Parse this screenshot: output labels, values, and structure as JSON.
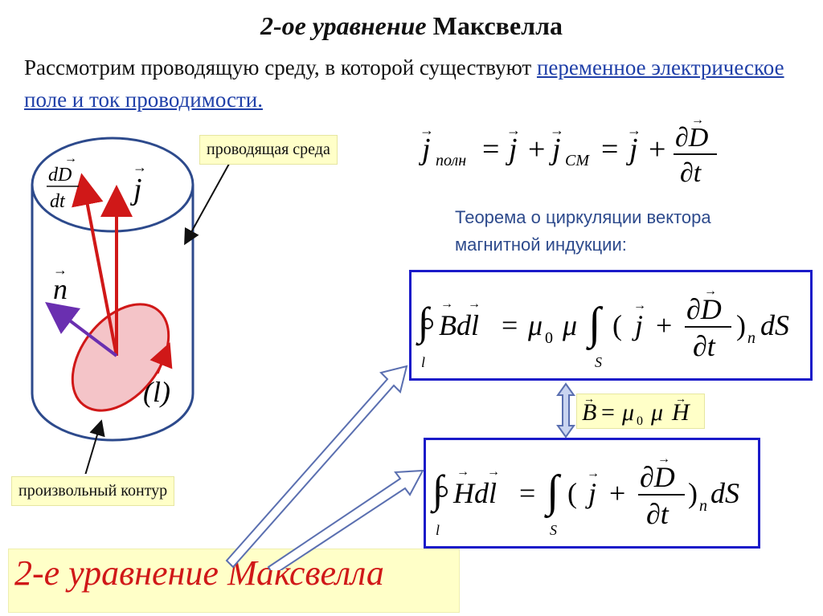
{
  "title": {
    "number": "2-ое уравнение",
    "name": "Максвелла"
  },
  "intro": {
    "text_before": "Рассмотрим проводящую среду, в которой существуют ",
    "link_text": "переменное электрическое поле и ток проводимости.",
    "text_after": ""
  },
  "labels": {
    "medium": "проводящая среда",
    "contour": "произвольный контур",
    "contour_symbol": "(l)",
    "vec_n": "n",
    "vec_j": "j",
    "dD": "dD",
    "dt": "dt"
  },
  "formula_total_current": {
    "j": "j",
    "sub_full": "полн",
    "sub_cm": "СМ",
    "partial_D": "∂D",
    "partial_t": "∂t"
  },
  "theorem": {
    "line1": "Теорема о циркуляции вектора",
    "line2": "магнитной индукции:"
  },
  "formula_B": {
    "integral_l": "l",
    "integral_S": "S",
    "lhs": "Bdl",
    "mu0": "μ",
    "mu0_sub": "0",
    "mu": "μ",
    "j": "j",
    "partial_D": "∂D",
    "partial_t": "∂t",
    "sub_n": "n",
    "dS": "dS"
  },
  "formula_link": {
    "B": "B",
    "mu0": "μ",
    "mu0_sub": "0",
    "mu": "μ",
    "H": "H"
  },
  "formula_H": {
    "integral_l": "l",
    "integral_S": "S",
    "lhs": "Hdl",
    "j": "j",
    "partial_D": "∂D",
    "partial_t": "∂t",
    "sub_n": "n",
    "dS": "dS"
  },
  "bottom": {
    "text": "2-е уравнение Максвелла"
  },
  "colors": {
    "red": "#d01818",
    "blue": "#1a1ac9",
    "purple": "#6a2fb0",
    "ellipse_fill": "#f4c4c8"
  }
}
